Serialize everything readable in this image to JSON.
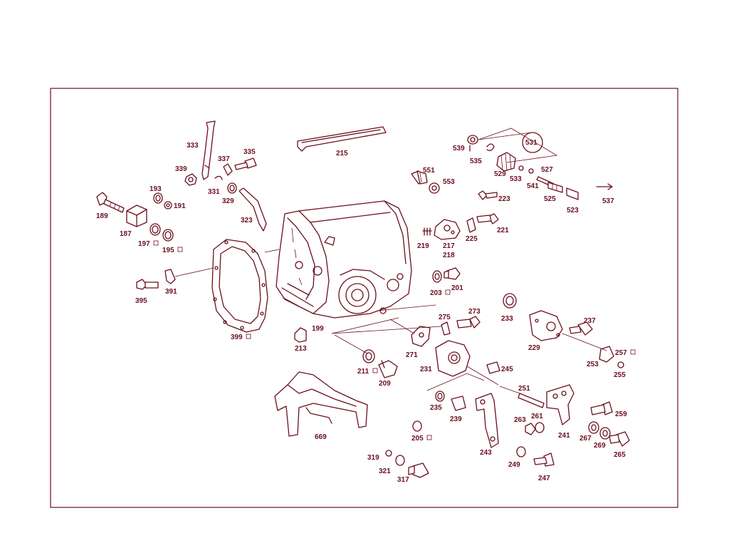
{
  "colors": {
    "ink": "#6b0f1f",
    "background": "#ffffff"
  },
  "labels": {
    "p189": "189",
    "p187": "187",
    "p193": "193",
    "p191": "191",
    "p197": "197",
    "p195": "195",
    "p339": "339",
    "p333": "333",
    "p337": "337",
    "p335": "335",
    "p331": "331",
    "p329": "329",
    "p323": "323",
    "p215": "215",
    "p539": "539",
    "p531": "531",
    "p535": "535",
    "p529": "529",
    "p527": "527",
    "p533": "533",
    "p541": "541",
    "p525": "525",
    "p523": "523",
    "p537": "537",
    "p551": "551",
    "p553": "553",
    "p223": "223",
    "p221": "221",
    "p225": "225",
    "p219": "219",
    "p217": "217",
    "p218": "218",
    "p203": "203",
    "p201": "201",
    "p395": "395",
    "p391": "391",
    "p399": "399",
    "p199": "199",
    "p213": "213",
    "p275": "275",
    "p273": "273",
    "p233": "233",
    "p237": "237",
    "p229": "229",
    "p257": "257",
    "p253": "253",
    "p255": "255",
    "p271": "271",
    "p211": "211",
    "p209": "209",
    "p231": "231",
    "p245": "245",
    "p251": "251",
    "p235": "235",
    "p239": "239",
    "p261": "261",
    "p263": "263",
    "p241": "241",
    "p259": "259",
    "p267": "267",
    "p269": "269",
    "p265": "265",
    "p669": "669",
    "p205": "205",
    "p243": "243",
    "p249": "249",
    "p247": "247",
    "p319": "319",
    "p321": "321",
    "p317": "317"
  }
}
